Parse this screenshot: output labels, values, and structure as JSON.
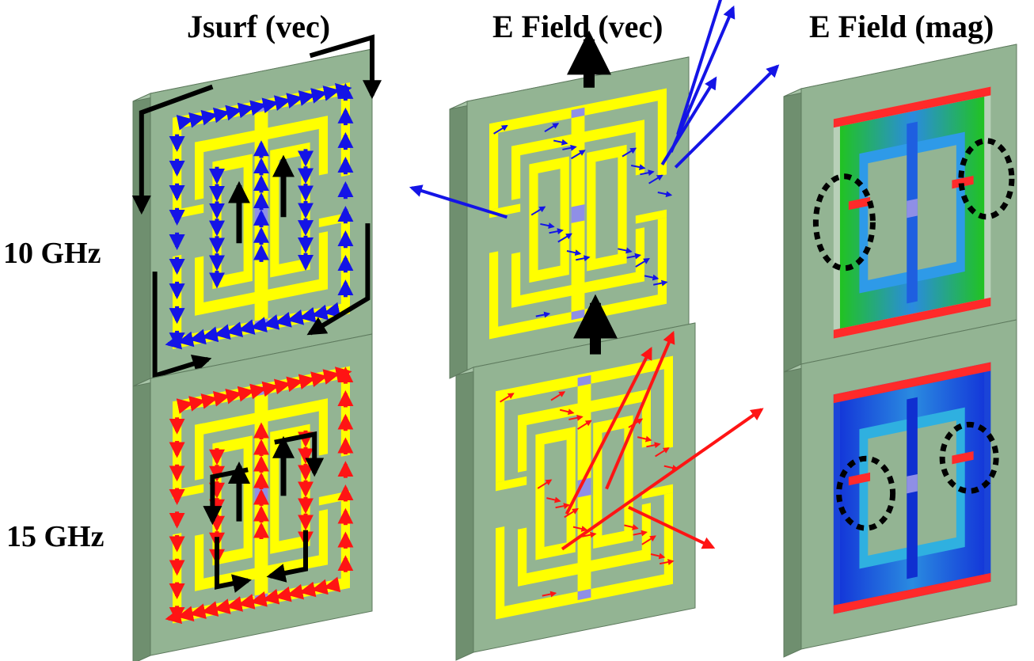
{
  "columns": [
    {
      "title": "Jsurf (vec)"
    },
    {
      "title": "E Field (vec)"
    },
    {
      "title": "E Field (mag)"
    }
  ],
  "rows": [
    {
      "label": "10 GHz",
      "vector_color": "#1414e6"
    },
    {
      "label": "15 GHz",
      "vector_color": "#ff1414"
    }
  ],
  "colors": {
    "substrate": "#93b493",
    "substrate_side": "#6f8f6f",
    "metal": "#ffff00",
    "gap": "#8f8fe6",
    "annotation_arrow": "#000000"
  }
}
